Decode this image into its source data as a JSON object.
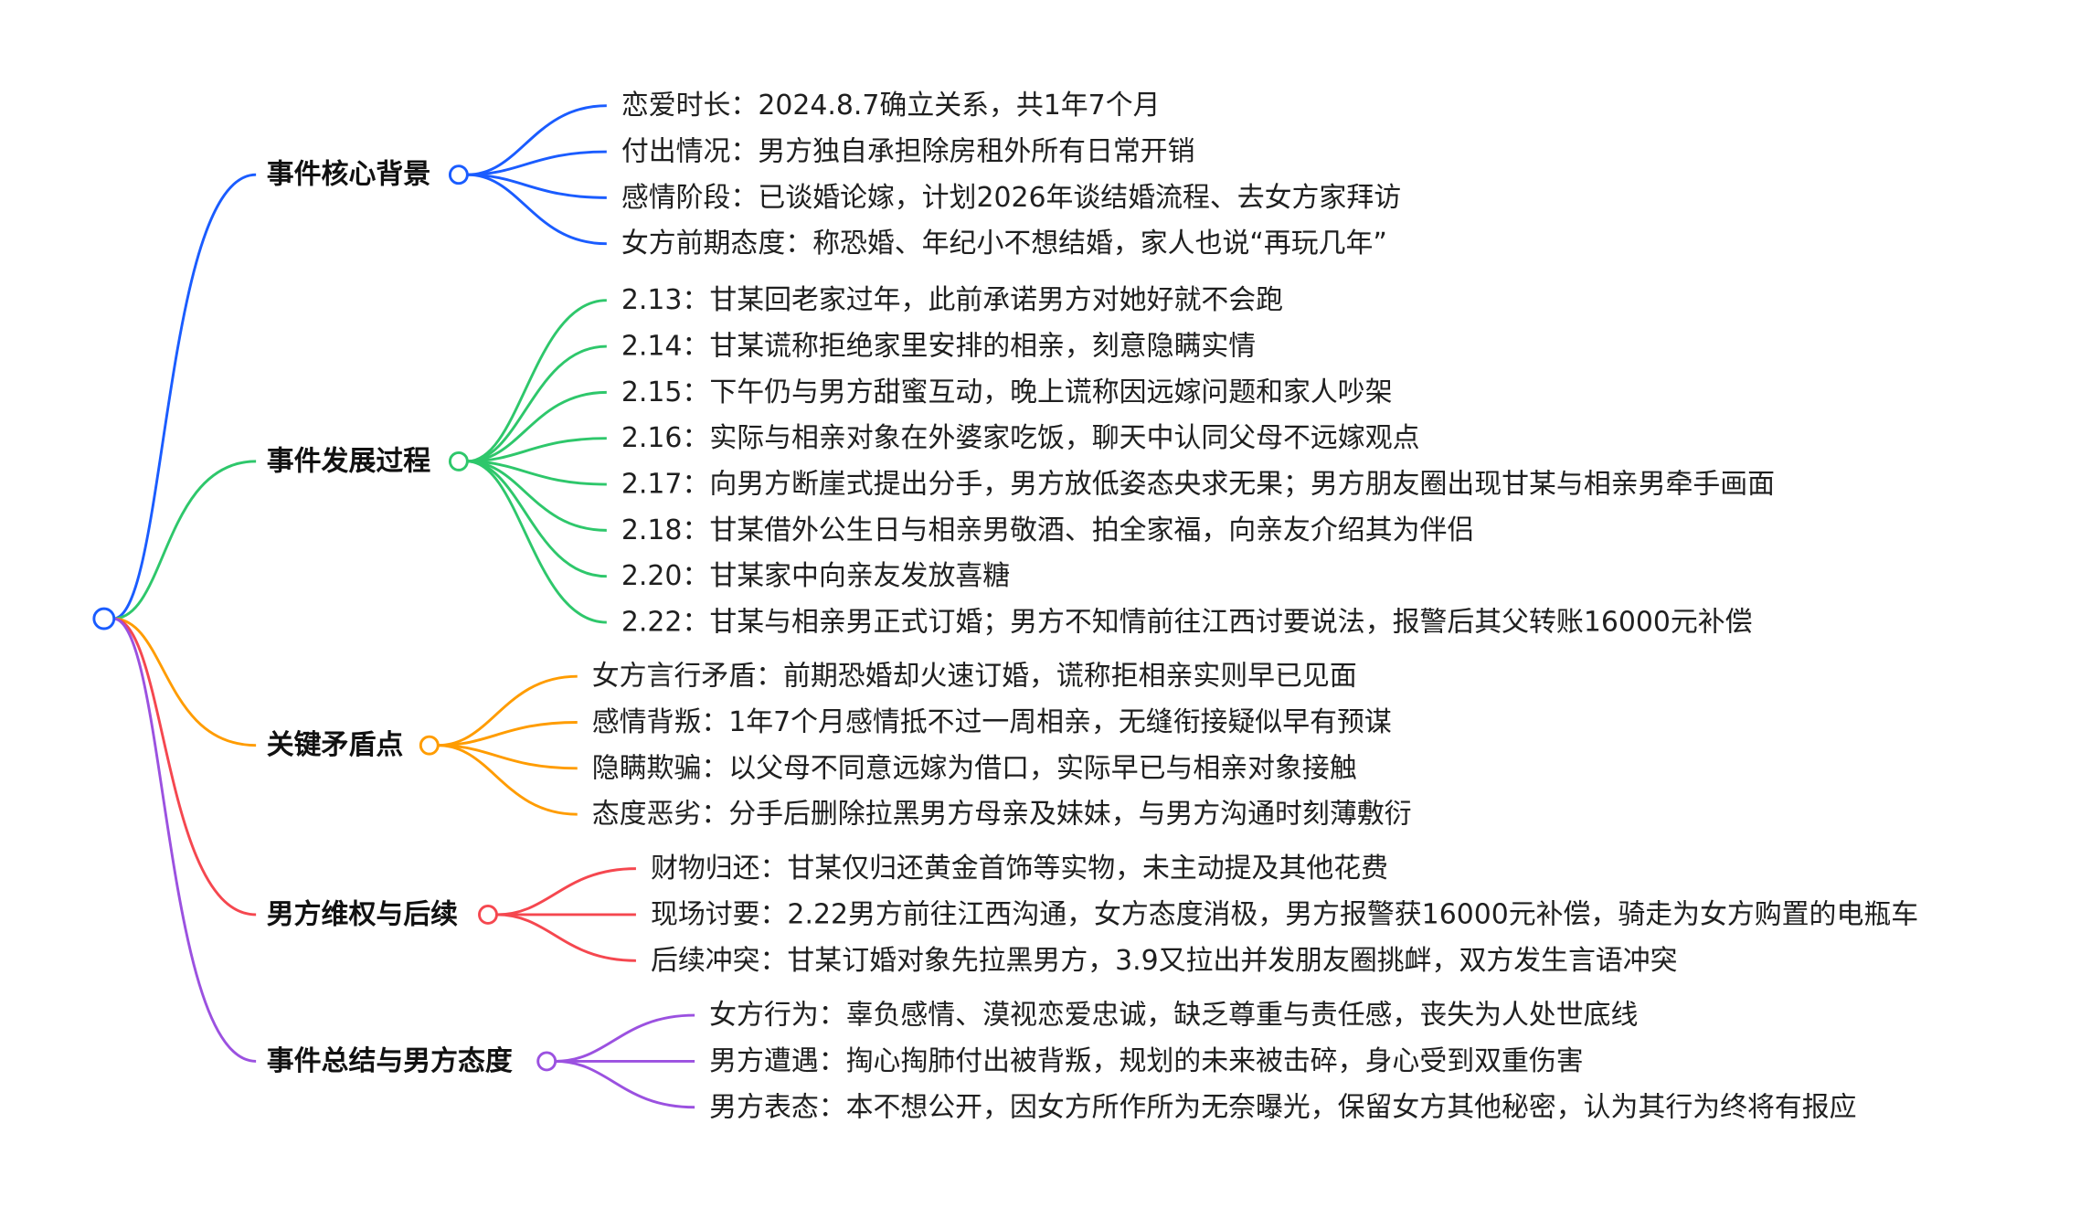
{
  "root": {
    "color": "#1a5cff"
  },
  "branches": [
    {
      "label": "事件核心背景",
      "color": "#1a5cff",
      "items": [
        "恋爱时长：2024.8.7确立关系，共1年7个月",
        "付出情况：男方独自承担除房租外所有日常开销",
        "感情阶段：已谈婚论嫁，计划2026年谈结婚流程、去女方家拜访",
        "女方前期态度：称恐婚、年纪小不想结婚，家人也说“再玩几年”"
      ]
    },
    {
      "label": "事件发展过程",
      "color": "#2ec76b",
      "items": [
        "2.13：甘某回老家过年，此前承诺男方对她好就不会跑",
        "2.14：甘某谎称拒绝家里安排的相亲，刻意隐瞒实情",
        "2.15：下午仍与男方甜蜜互动，晚上谎称因远嫁问题和家人吵架",
        "2.16：实际与相亲对象在外婆家吃饭，聊天中认同父母不远嫁观点",
        "2.17：向男方断崖式提出分手，男方放低姿态央求无果；男方朋友圈出现甘某与相亲男牵手画面",
        "2.18：甘某借外公生日与相亲男敬酒、拍全家福，向亲友介绍其为伴侣",
        "2.20：甘某家中向亲友发放喜糖",
        "2.22：甘某与相亲男正式订婚；男方不知情前往江西讨要说法，报警后其父转账16000元补偿"
      ]
    },
    {
      "label": "关键矛盾点",
      "color": "#ff9c00",
      "items": [
        "女方言行矛盾：前期恐婚却火速订婚，谎称拒相亲实则早已见面",
        "感情背叛：1年7个月感情抵不过一周相亲，无缝衔接疑似早有预谋",
        "隐瞒欺骗：以父母不同意远嫁为借口，实际早已与相亲对象接触",
        "态度恶劣：分手后删除拉黑男方母亲及妹妹，与男方沟通时刻薄敷衍"
      ]
    },
    {
      "label": "男方维权与后续",
      "color": "#f5474f",
      "items": [
        "财物归还：甘某仅归还黄金首饰等实物，未主动提及其他花费",
        "现场讨要：2.22男方前往江西沟通，女方态度消极，男方报警获16000元补偿，骑走为女方购置的电瓶车",
        "后续冲突：甘某订婚对象先拉黑男方，3.9又拉出并发朋友圈挑衅，双方发生言语冲突"
      ]
    },
    {
      "label": "事件总结与男方态度",
      "color": "#9b51e0",
      "items": [
        "女方行为：辜负感情、漠视恋爱忠诚，缺乏尊重与责任感，丧失为人处世底线",
        "男方遭遇：掏心掏肺付出被背叛，规划的未来被击碎，身心受到双重伤害",
        "男方表态：本不想公开，因女方所作所为无奈曝光，保留女方其他秘密，认为其行为终将有报应"
      ]
    }
  ]
}
